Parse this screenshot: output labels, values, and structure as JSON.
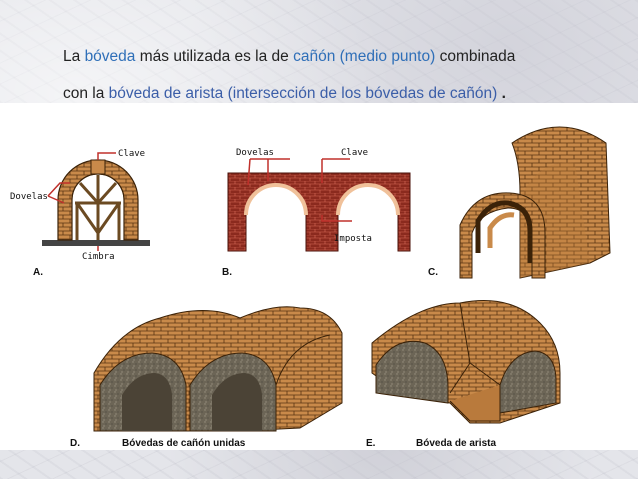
{
  "text": {
    "l1_a": "La ",
    "l1_b": "bóveda",
    "l1_c": " más utilizada es la de ",
    "l1_d": "cañón (medio punto)",
    "l1_e": " combinada",
    "l2_a": "con la ",
    "l2_b": "bóveda de arista (intersección de los bóvedas de cañón)",
    "l2_c": " ."
  },
  "figure": {
    "a": {
      "letter": "A.",
      "clave": "Clave",
      "dovelas": "Dovelas",
      "cimbra": "Cimbra"
    },
    "b": {
      "letter": "B.",
      "dovelas": "Dovelas",
      "clave": "Clave",
      "imposta": "Imposta"
    },
    "c": {
      "letter": "C."
    },
    "d": {
      "letter": "D.",
      "caption": "Bóvedas de cañón unidas"
    },
    "e": {
      "letter": "E.",
      "caption": "Bóveda de arista"
    }
  },
  "colors": {
    "highlight": "#2f6fb8",
    "brick": "#c98a4a",
    "brick_red": "#8b2a1e"
  }
}
